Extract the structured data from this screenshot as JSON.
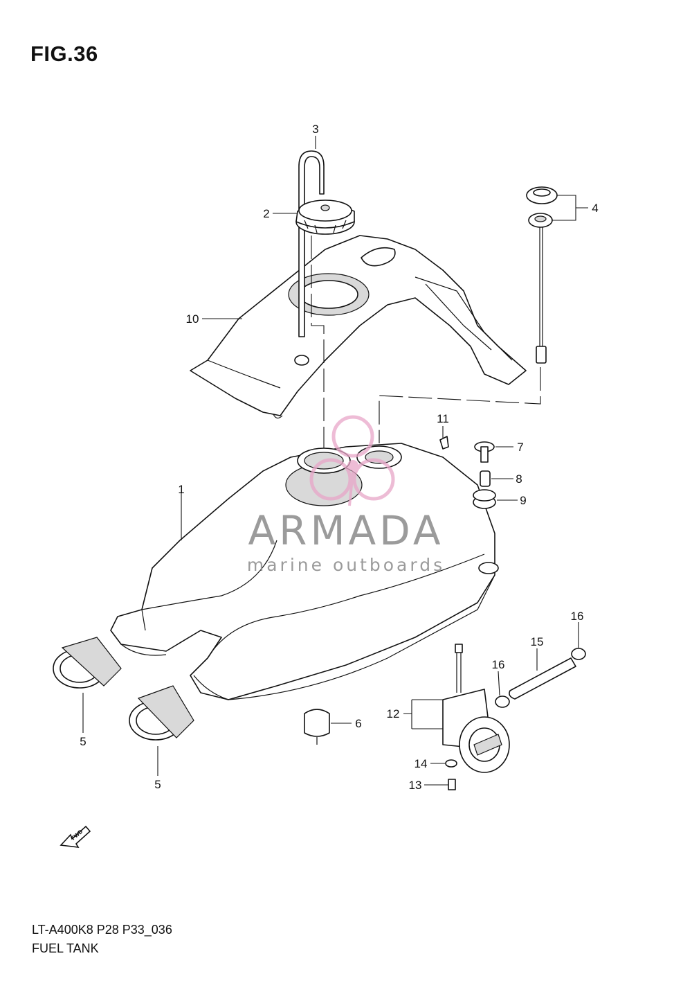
{
  "figure": {
    "title": "FIG.36"
  },
  "footer": {
    "model_code": "LT-A400K8 P28 P33_036",
    "assembly_name": "FUEL TANK"
  },
  "watermark": {
    "brand": "ARMADA",
    "tagline": "marine outboards",
    "logo_color": "#e8a6c8"
  },
  "callouts": {
    "c1": "1",
    "c2": "2",
    "c3": "3",
    "c4": "4",
    "c5a": "5",
    "c5b": "5",
    "c6": "6",
    "c7": "7",
    "c8": "8",
    "c9": "9",
    "c10": "10",
    "c11": "11",
    "c12": "12",
    "c13": "13",
    "c14": "14",
    "c15": "15",
    "c16a": "16",
    "c16b": "16"
  },
  "fwd_arrow": {
    "label": "FWD"
  }
}
